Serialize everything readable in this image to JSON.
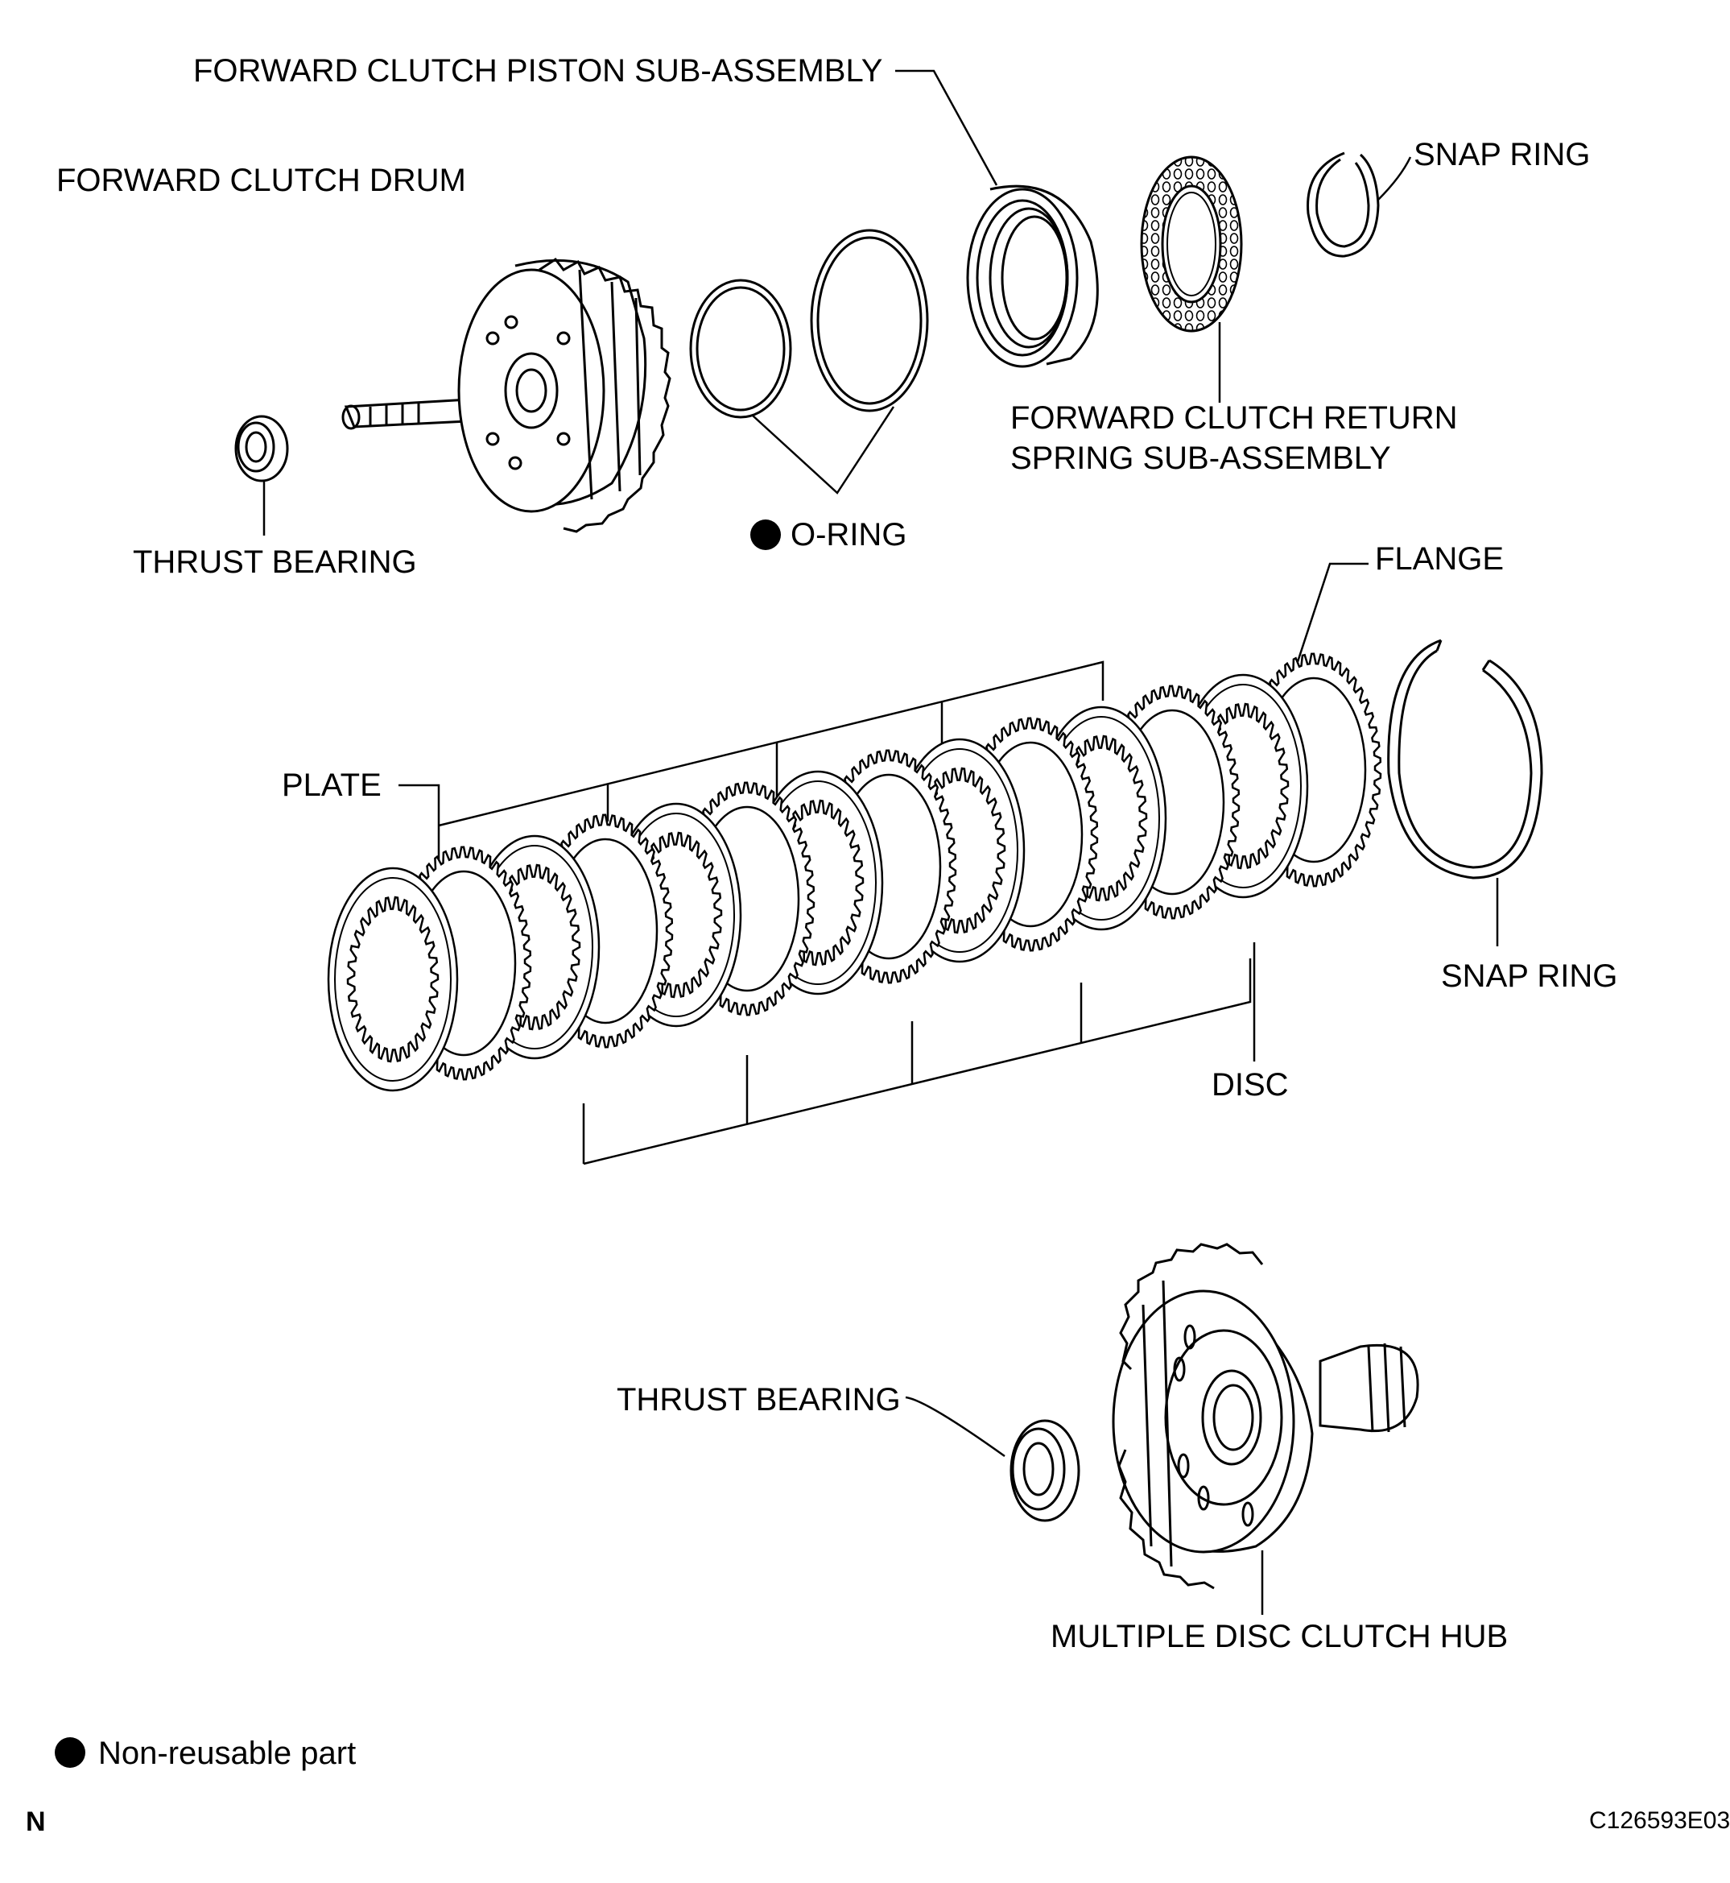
{
  "labels": {
    "forward_clutch_piston": "FORWARD CLUTCH PISTON SUB-ASSEMBLY",
    "forward_clutch_drum": "FORWARD CLUTCH DRUM",
    "snap_ring_top": "SNAP RING",
    "forward_clutch_return_spring": "FORWARD CLUTCH RETURN\nSPRING SUB-ASSEMBLY",
    "thrust_bearing_top": "THRUST BEARING",
    "o_ring": "O-RING",
    "flange": "FLANGE",
    "plate": "PLATE",
    "snap_ring_right": "SNAP RING",
    "disc": "DISC",
    "thrust_bearing_bottom": "THRUST BEARING",
    "multiple_disc_clutch_hub": "MULTIPLE DISC CLUTCH HUB"
  },
  "legend": {
    "non_reusable": "Non-reusable part"
  },
  "footer": {
    "orientation_mark": "N",
    "figure_code": "C126593E03"
  },
  "colors": {
    "line": "#000000",
    "background": "#ffffff"
  }
}
